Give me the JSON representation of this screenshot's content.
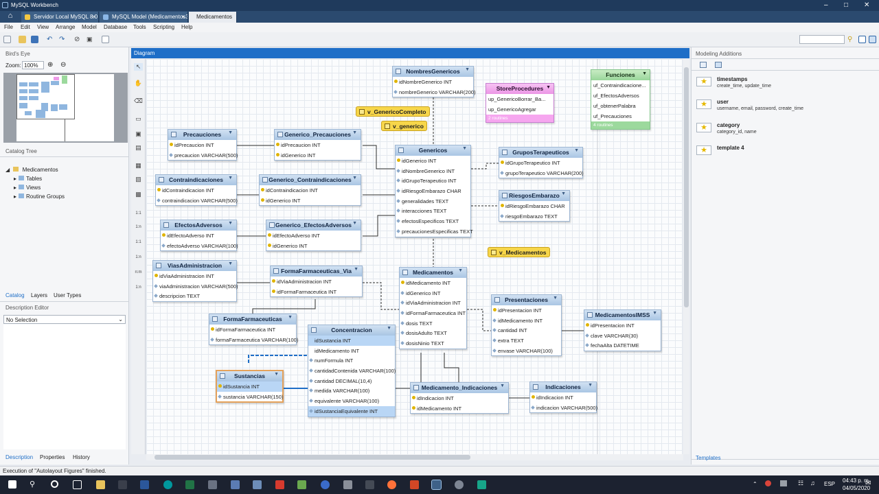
{
  "window": {
    "title": "MySQL Workbench"
  },
  "tabs": [
    {
      "label": "Servidor Local MySQL 8.0",
      "closable": true
    },
    {
      "label": "MySQL Model (Medicamentos3.m...",
      "closable": true
    },
    {
      "label": "Medicamentos",
      "closable": false
    }
  ],
  "menu": [
    "File",
    "Edit",
    "View",
    "Arrange",
    "Model",
    "Database",
    "Tools",
    "Scripting",
    "Help"
  ],
  "left": {
    "birds_eye": "Bird's Eye",
    "zoom_label": "Zoom:",
    "zoom_value": "100%",
    "catalog_tree": "Catalog Tree",
    "tree_root": "Medicamentos",
    "tree_children": [
      "Tables",
      "Views",
      "Routine Groups"
    ],
    "tabs1": [
      "Catalog",
      "Layers",
      "User Types"
    ],
    "desc_editor": "Description Editor",
    "selection": "No Selection",
    "tabs2": [
      "Description",
      "Properties",
      "History"
    ]
  },
  "diagram": {
    "title": "Diagram"
  },
  "right": {
    "title": "Modeling Additions",
    "items": [
      {
        "name": "timestamps",
        "desc": "create_time, update_time"
      },
      {
        "name": "user",
        "desc": "username, email, password, create_time"
      },
      {
        "name": "category",
        "desc": "category_id, name"
      },
      {
        "name": "template 4",
        "desc": ""
      }
    ],
    "templates": "Templates"
  },
  "tables": {
    "NombresGenericos": {
      "name": "NombresGenericos",
      "cols": [
        "idNombreGenerico INT",
        "nombreGenerico VARCHAR(200)"
      ]
    },
    "Precauciones": {
      "name": "Precauciones",
      "cols": [
        "idPrecaucion INT",
        "precaucion VARCHAR(500)"
      ]
    },
    "Generico_Precauciones": {
      "name": "Generico_Precauciones",
      "cols": [
        "idPrecaucion INT",
        "idGenerico INT"
      ]
    },
    "Genericos": {
      "name": "Genericos",
      "cols": [
        "idGenerico INT",
        "idNombreGenerico INT",
        "idGrupoTerapeutico INT",
        "idRiesgoEmbarazo CHAR",
        "generalidades TEXT",
        "interacciones TEXT",
        "efectosEspecificos TEXT",
        "precaucionesEspecificas TEXT"
      ]
    },
    "GruposTerapeuticos": {
      "name": "GruposTerapeuticos",
      "cols": [
        "idGrupoTerapeutico INT",
        "grupoTerapeutico VARCHAR(200)"
      ]
    },
    "Contraindicaciones": {
      "name": "Contraindicaciones",
      "cols": [
        "idContraindicacion INT",
        "contraindicacion VARCHAR(500)"
      ]
    },
    "Generico_Contraindicaciones": {
      "name": "Generico_Contraindicaciones",
      "cols": [
        "idContraindicacion INT",
        "idGenerico INT"
      ]
    },
    "RiesgosEmbarazo": {
      "name": "RiesgosEmbarazo",
      "cols": [
        "idRiesgoEmbarazo CHAR",
        "riesgoEmbarazo TEXT"
      ]
    },
    "EfectosAdversos": {
      "name": "EfectosAdversos",
      "cols": [
        "idEfectoAdverso INT",
        "efectoAdverso VARCHAR(100)"
      ]
    },
    "Generico_EfectosAdversos": {
      "name": "Generico_EfectosAdversos",
      "cols": [
        "idEfectoAdverso INT",
        "idGenerico INT"
      ]
    },
    "ViasAdministracion": {
      "name": "ViasAdministracion",
      "cols": [
        "idViaAdministracion INT",
        "viaAdministracion VARCHAR(500)",
        "descripcion TEXT"
      ]
    },
    "FormaFarmaceuticas_Via": {
      "name": "FormaFarmaceuticas_Via",
      "cols": [
        "idViaAdministracion INT",
        "idFormaFarmaceutica INT"
      ]
    },
    "Medicamentos": {
      "name": "Medicamentos",
      "cols": [
        "idMedicamento INT",
        "idGenerico INT",
        "idViaAdministracion INT",
        "idFormaFarmaceutica INT",
        "dosis TEXT",
        "dosisAdulto TEXT",
        "dosisNinio TEXT"
      ]
    },
    "Presentaciones": {
      "name": "Presentaciones",
      "cols": [
        "idPresentacion INT",
        "idMedicamento INT",
        "cantidad INT",
        "extra TEXT",
        "envase VARCHAR(100)"
      ]
    },
    "MedicamentosIMSS": {
      "name": "MedicamentosIMSS",
      "cols": [
        "idPresentacion INT",
        "clave VARCHAR(30)",
        "fechaAlta DATETIME"
      ]
    },
    "FormaFarmaceuticas": {
      "name": "FormaFarmaceuticas",
      "cols": [
        "idFormaFarmaceutica INT",
        "formaFarmaceutica VARCHAR(100)"
      ]
    },
    "Concentracion": {
      "name": "Concentracion",
      "cols": [
        "idSustancia INT",
        "idMedicamento INT",
        "numFormula INT",
        "cantidadContenida VARCHAR(100)",
        "cantidad DECIMAL(10,4)",
        "medida VARCHAR(100)",
        "equivalente VARCHAR(100)",
        "idSustanciaEquivalente INT"
      ]
    },
    "Sustancias": {
      "name": "Sustancias",
      "cols": [
        "idSustancia INT",
        "sustancia VARCHAR(150)"
      ]
    },
    "Medicamento_Indicaciones": {
      "name": "Medicamento_Indicaciones",
      "cols": [
        "idIndicacion INT",
        "idMedicamento INT"
      ]
    },
    "Indicaciones": {
      "name": "Indicaciones",
      "cols": [
        "idIndicacion INT",
        "indicacion VARCHAR(500)"
      ]
    }
  },
  "views": [
    "v_GenericoCompleto",
    "v_generico",
    "v_Medicamentos"
  ],
  "routines": {
    "name": "StoreProcedures",
    "items": [
      "up_GenericoBorrar_Ba...",
      "up_GenericoAgregar"
    ],
    "footer": "2 routines"
  },
  "functions": {
    "name": "Funciones",
    "items": [
      "uf_Contraindicacione...",
      "uf_EfectosAdversos",
      "uf_obtenerPalabra",
      "uf_Precauciones"
    ],
    "footer": "4 routines"
  },
  "status": "Execution of \"Autolayout Figures\" finished.",
  "clock": {
    "time": "04:43 p. m.",
    "date": "04/05/2020",
    "lang": "ESP"
  }
}
